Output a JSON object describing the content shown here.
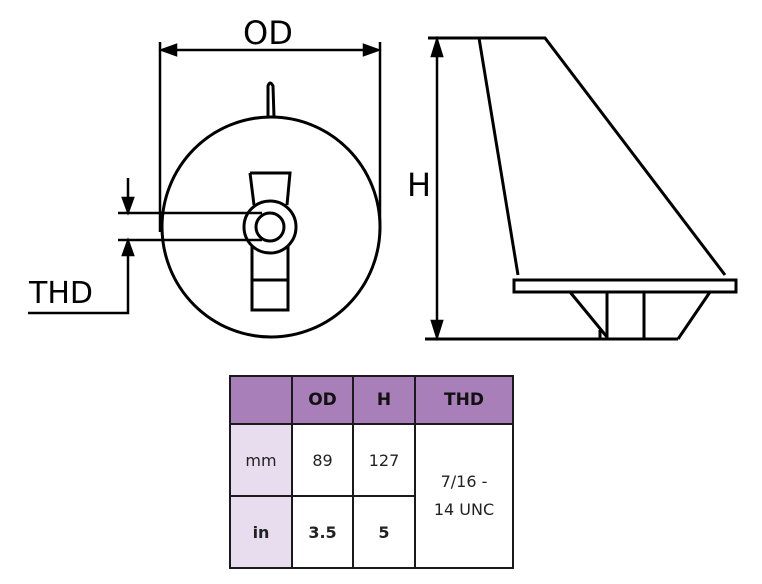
{
  "labels": {
    "od": "OD",
    "h": "H",
    "thd": "THD"
  },
  "table": {
    "headers": [
      "",
      "OD",
      "H",
      "THD"
    ],
    "rows": [
      {
        "unit": "mm",
        "od": "89",
        "h": "127"
      },
      {
        "unit": "in",
        "od": "3.5",
        "h": "5"
      }
    ],
    "thd_value_line1": "7/16 -",
    "thd_value_line2": "14 UNC"
  },
  "colors": {
    "header": "#a87fb9",
    "unit_column": "#e7ddee"
  }
}
